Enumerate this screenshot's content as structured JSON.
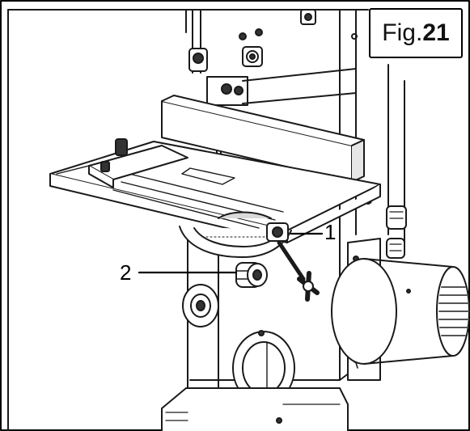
{
  "figure": {
    "prefix": "Fig.",
    "number": "21"
  },
  "callouts": [
    {
      "label": "1",
      "meaning": ""
    },
    {
      "label": "2",
      "meaning": ""
    }
  ],
  "colors": {
    "line": "#1a1a1a",
    "fill": "#ffffff",
    "shade": "#d9d9d9",
    "dark": "#333333"
  }
}
